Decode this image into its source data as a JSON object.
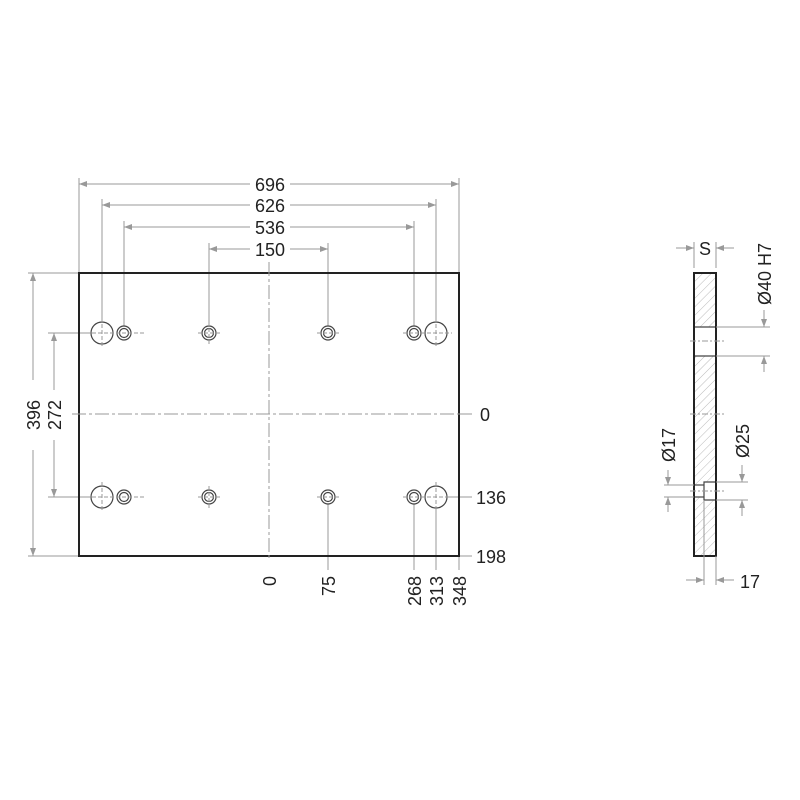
{
  "front_view": {
    "dims_horizontal": [
      "696",
      "626",
      "536",
      "150"
    ],
    "dims_vertical": [
      "396",
      "272"
    ],
    "coords_right": [
      "0",
      "136",
      "198"
    ],
    "coords_bottom": [
      "0",
      "75",
      "268",
      "313",
      "348"
    ]
  },
  "side_view": {
    "thickness_label": "S",
    "bore_label": "Ø40 H7",
    "through_hole_label": "Ø17",
    "counterbore_label": "Ø25",
    "counterbore_depth_label": "17"
  }
}
